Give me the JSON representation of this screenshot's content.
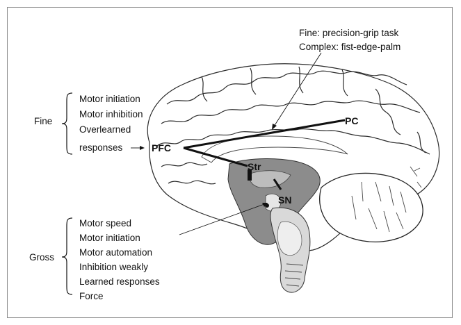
{
  "annotations": {
    "top_line1": "Fine: precision-grip task",
    "top_line2": "Complex: fist-edge-palm"
  },
  "groups": {
    "fine": {
      "label": "Fine",
      "items": [
        "Motor initiation",
        "Motor inhibition",
        "Overlearned",
        "responses"
      ]
    },
    "gross": {
      "label": "Gross",
      "items": [
        "Motor speed",
        "Motor initiation",
        "Motor automation",
        "Inhibition weakly",
        "Learned responses",
        "Force"
      ]
    }
  },
  "regions": {
    "pfc": "PFC",
    "pc": "PC",
    "str": "Str",
    "sn": "SN"
  },
  "colors": {
    "line": "#111111",
    "midbrain_gray": "#8c8c8c",
    "frame": "#8a8a8a"
  }
}
